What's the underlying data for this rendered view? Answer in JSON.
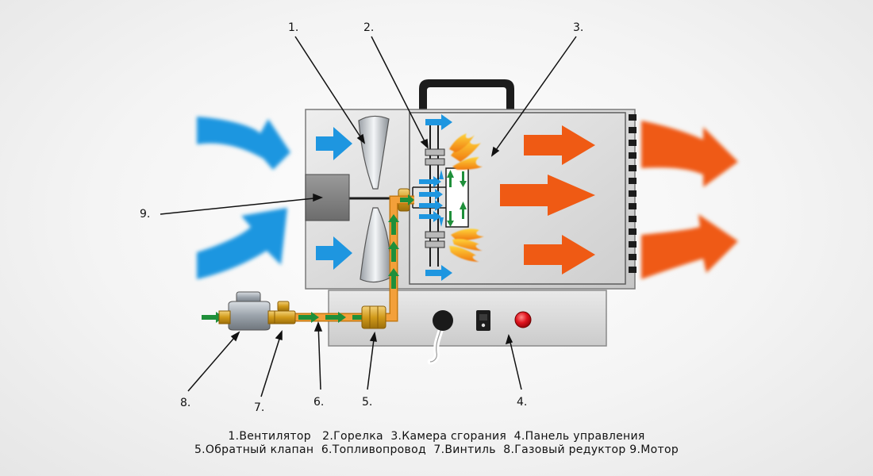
{
  "colors": {
    "intake_arrow": "#1e96e0",
    "exhaust_arrow": "#ef5a14",
    "housing": "#d6d6d6",
    "fuel_line": "#f3a03a",
    "flow_arrow": "#1f8f3a",
    "brass_fitting": "#d9a21c",
    "indicator_lamp": "#e0141e"
  },
  "callouts": {
    "c1": "1.",
    "c2": "2.",
    "c3": "3.",
    "c4": "4.",
    "c5": "5.",
    "c6": "6.",
    "c7": "7.",
    "c8": "8.",
    "c9": "9."
  },
  "legend": {
    "line1": "1.Вентилятор   2.Горелка  3.Камера сгорания  4.Панель управления",
    "line2": "5.Обратный клапан  6.Топливопровод  7.Винтиль  8.Газовый редуктор 9.Мотор"
  }
}
